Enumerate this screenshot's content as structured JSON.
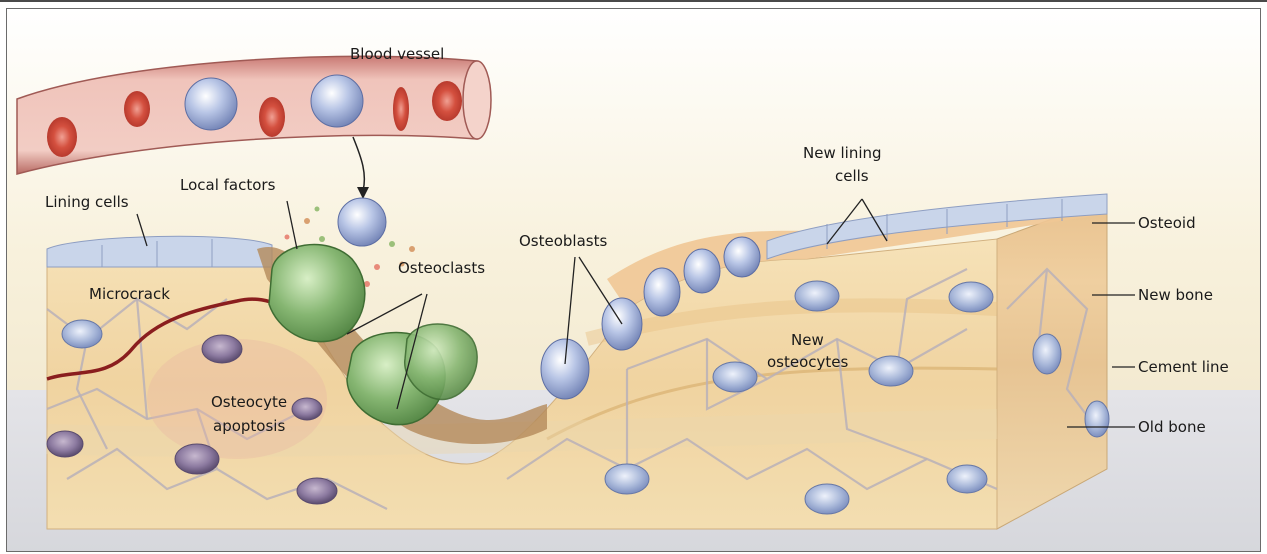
{
  "labels": {
    "blood_vessel": "Blood vessel",
    "local_factors": "Local factors",
    "lining_cells": "Lining cells",
    "microcrack": "Microcrack",
    "osteoclasts": "Osteoclasts",
    "osteocyte_apoptosis_1": "Osteocyte",
    "osteocyte_apoptosis_2": "apoptosis",
    "osteoblasts": "Osteoblasts",
    "new_lining_cells_1": "New lining",
    "new_lining_cells_2": "cells",
    "new_osteocytes_1": "New",
    "new_osteocytes_2": "osteocytes",
    "osteoid": "Osteoid",
    "new_bone": "New bone",
    "cement_line": "Cement line",
    "old_bone": "Old bone"
  },
  "colors": {
    "sky_top": "#f7f2df",
    "floor": "#dcdde1",
    "bone": "#f2d8a8",
    "bone_dark": "#e6bd86",
    "osteoid": "#efc79a",
    "lining": "#c9d5ea",
    "osteoclast": "#7fae6a",
    "blood_vessel": "#e3a29a",
    "rbc": "#d65a4a",
    "osteocyte": "#a9b7d8",
    "microcrack": "#8a1e1e"
  }
}
